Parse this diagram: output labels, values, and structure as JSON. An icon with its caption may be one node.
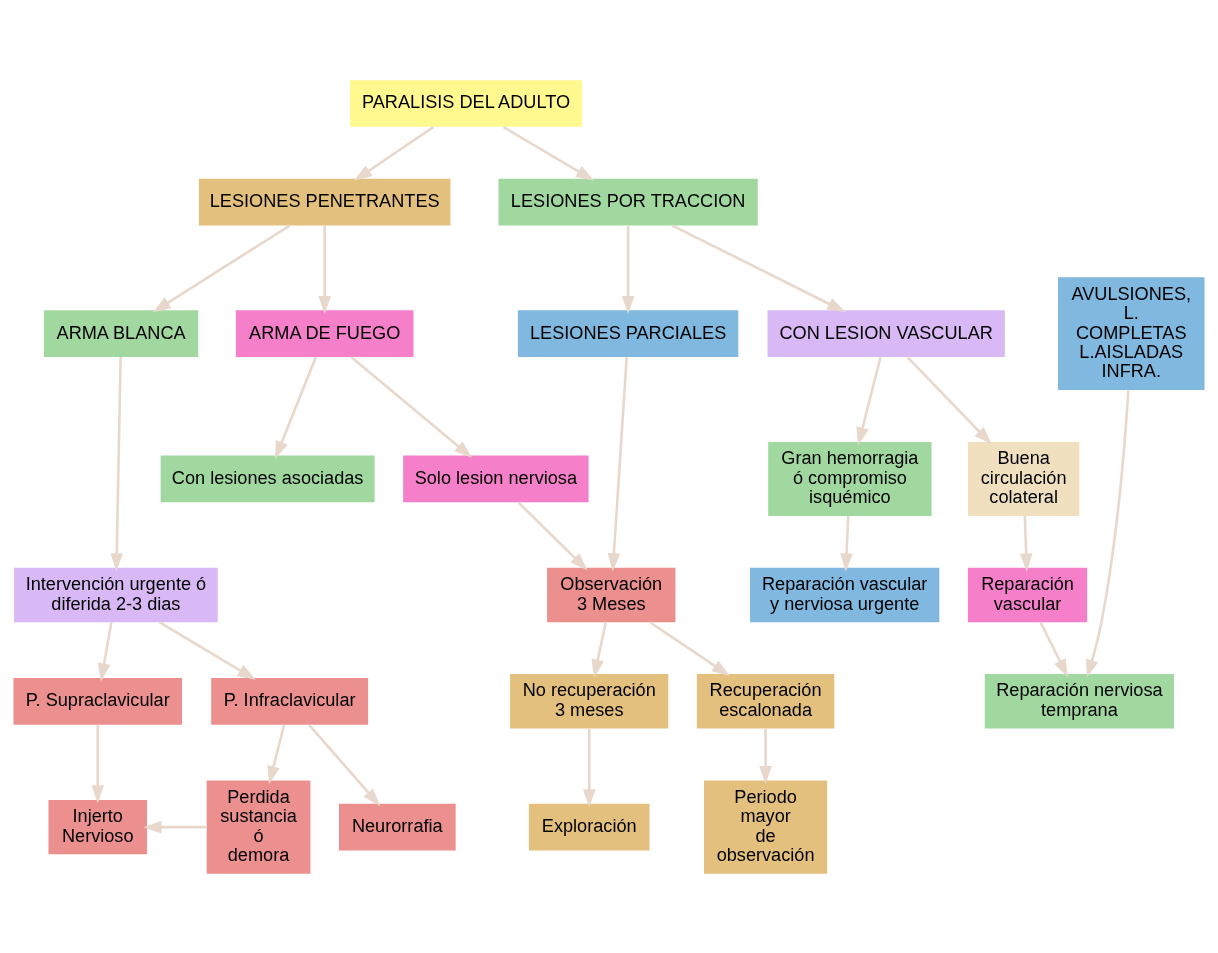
{
  "diagram": {
    "nodes": [
      {
        "text": [
          "PARALISIS DEL ADULTO"
        ]
      },
      {
        "text": [
          "LESIONES PENETRANTES"
        ]
      },
      {
        "text": [
          "LESIONES POR TRACCION"
        ]
      },
      {
        "text": [
          "ARMA BLANCA"
        ]
      },
      {
        "text": [
          "ARMA DE FUEGO"
        ]
      },
      {
        "text": [
          "LESIONES PARCIALES"
        ]
      },
      {
        "text": [
          "CON LESION VASCULAR"
        ]
      },
      {
        "text": [
          "AVULSIONES, L. COMPLETAS L.AISLADAS INFRA."
        ]
      },
      {
        "text": [
          "Con lesiones asociadas"
        ]
      },
      {
        "text": [
          "Solo lesion nerviosa"
        ]
      },
      {
        "text": [
          "Gran hemorragia ó compromiso isquémico"
        ]
      },
      {
        "text": [
          "Buena circulación colateral"
        ]
      },
      {
        "text": [
          "Intervención urgente ó diferida 2-3 dias"
        ]
      },
      {
        "text": [
          "Observación 3 Meses"
        ]
      },
      {
        "text": [
          "Reparación vascular y nerviosa urgente"
        ]
      },
      {
        "text": [
          "Reparación vascular"
        ]
      },
      {
        "text": [
          "P. Supraclavicular"
        ]
      },
      {
        "text": [
          "P. Infraclavicular"
        ]
      },
      {
        "text": [
          "No recuperación 3 meses"
        ]
      },
      {
        "text": [
          "Recuperación escalonada"
        ]
      },
      {
        "text": [
          "Reparación nerviosa temprana"
        ]
      },
      {
        "text": [
          "Injerto Nervioso"
        ]
      },
      {
        "text": [
          "Perdida sustancia ó demora"
        ]
      },
      {
        "text": [
          "Neurorrafia"
        ]
      },
      {
        "text": [
          "Exploración"
        ]
      },
      {
        "text": [
          "Periodo mayor de observación"
        ]
      }
    ],
    "edges": [
      {
        "from": 0,
        "to": 1,
        "arrow": "to"
      },
      {
        "from": 0,
        "to": 2,
        "arrow": "to"
      },
      {
        "from": 1,
        "to": 3,
        "arrow": "to"
      },
      {
        "from": 1,
        "to": 4,
        "arrow": "to"
      },
      {
        "from": 2,
        "to": 5,
        "arrow": "to"
      },
      {
        "from": 2,
        "to": 6,
        "arrow": "to"
      },
      {
        "from": 4,
        "to": 8,
        "arrow": "to"
      },
      {
        "from": 4,
        "to": 9,
        "arrow": "to"
      },
      {
        "from": 6,
        "to": 10,
        "arrow": "to"
      },
      {
        "from": 6,
        "to": 11,
        "arrow": "to"
      },
      {
        "from": 3,
        "to": 12,
        "arrow": "to"
      },
      {
        "from": 9,
        "to": 13,
        "arrow": "to"
      },
      {
        "from": 5,
        "to": 13,
        "arrow": "to"
      },
      {
        "from": 10,
        "to": 14,
        "arrow": "to"
      },
      {
        "from": 11,
        "to": 15,
        "arrow": "to"
      },
      {
        "from": 12,
        "to": 16,
        "arrow": "to"
      },
      {
        "from": 12,
        "to": 17,
        "arrow": "to"
      },
      {
        "from": 13,
        "to": 18,
        "arrow": "to"
      },
      {
        "from": 13,
        "to": 19,
        "arrow": "to"
      },
      {
        "from": 15,
        "to": 20,
        "arrow": "to"
      },
      {
        "from": 7,
        "to": 20,
        "arrow": "to"
      },
      {
        "from": 16,
        "to": 21,
        "arrow": "to"
      },
      {
        "from": 17,
        "to": 22,
        "arrow": "to"
      },
      {
        "from": 17,
        "to": 23,
        "arrow": "to"
      },
      {
        "from": 22,
        "to": 21,
        "arrow": "to"
      },
      {
        "from": 18,
        "to": 24,
        "arrow": "to"
      },
      {
        "from": 19,
        "to": 25,
        "arrow": "to"
      }
    ]
  }
}
